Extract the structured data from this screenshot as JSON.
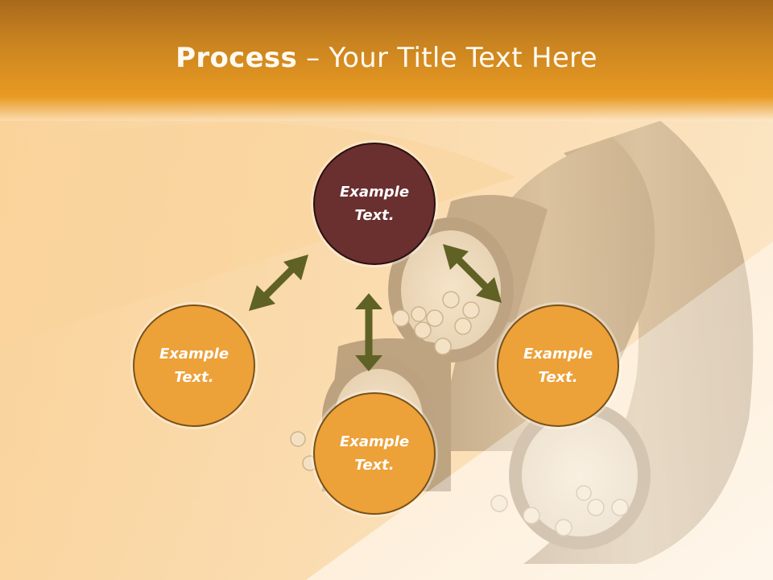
{
  "slide": {
    "title_bold": "Process",
    "title_rest": " – Your Title Text Here"
  },
  "nodes": [
    {
      "id": "top",
      "label_line1": "Example",
      "label_line2": "Text.",
      "color": "#6a2f2f"
    },
    {
      "id": "left",
      "label_line1": "Example",
      "label_line2": "Text.",
      "color": "#eda139"
    },
    {
      "id": "bottom",
      "label_line1": "Example",
      "label_line2": "Text.",
      "color": "#eda139"
    },
    {
      "id": "right",
      "label_line1": "Example",
      "label_line2": "Text.",
      "color": "#eda139"
    }
  ],
  "colors": {
    "accent": "#e89a22",
    "arrow": "#5f6224",
    "dark_node": "#6a2f2f",
    "light_node": "#eda139"
  }
}
